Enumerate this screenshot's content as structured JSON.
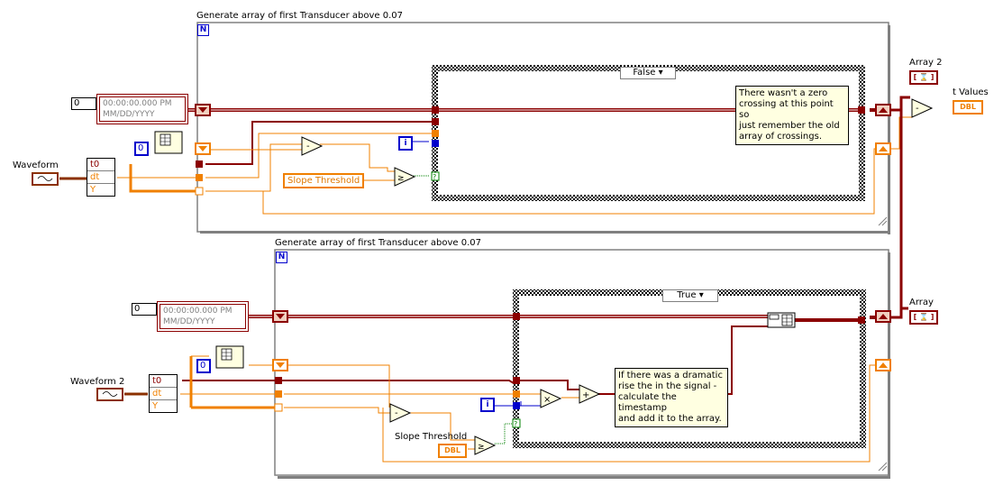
{
  "top": {
    "title": "Generate array of first Transducer above 0.07",
    "loop_counter": "N",
    "timestamp_line1": "00:00:00.000 PM",
    "timestamp_line2": "MM/DD/YYYY",
    "numeric_ctl": "0",
    "array_index_const": "0",
    "waveform_label": "Waveform",
    "waveform_fields": [
      "t0",
      "dt",
      "Y"
    ],
    "case_selector": "False",
    "comment": "There wasn't a zero\ncrossing at this point so\njust remember the old\narray of crossings.",
    "slope_label": "Slope Threshold",
    "iteration_terminal": "i"
  },
  "bottom": {
    "title": "Generate array of first Transducer above 0.07",
    "loop_counter": "N",
    "timestamp_line1": "00:00:00.000 PM",
    "timestamp_line2": "MM/DD/YYYY",
    "numeric_ctl": "0",
    "array_index_const": "0",
    "waveform_label": "Waveform 2",
    "waveform_fields": [
      "t0",
      "dt",
      "Y"
    ],
    "case_selector": "True",
    "comment": "If there was a dramatic\nrise the in the signal -\ncalculate the timestamp\nand add it to the array.",
    "slope_label": "Slope Threshold",
    "slope_type": "DBL",
    "iteration_terminal": "i"
  },
  "outputs": {
    "array2_label": "Array 2",
    "array_label": "Array",
    "tvalues_label": "t Values",
    "tvalues_type": "DBL"
  },
  "colors": {
    "timestamp_wire": "#8b0000",
    "dbl_wire": "#f08000",
    "int_wire": "#0000cc",
    "bool_wire": "#008000"
  }
}
